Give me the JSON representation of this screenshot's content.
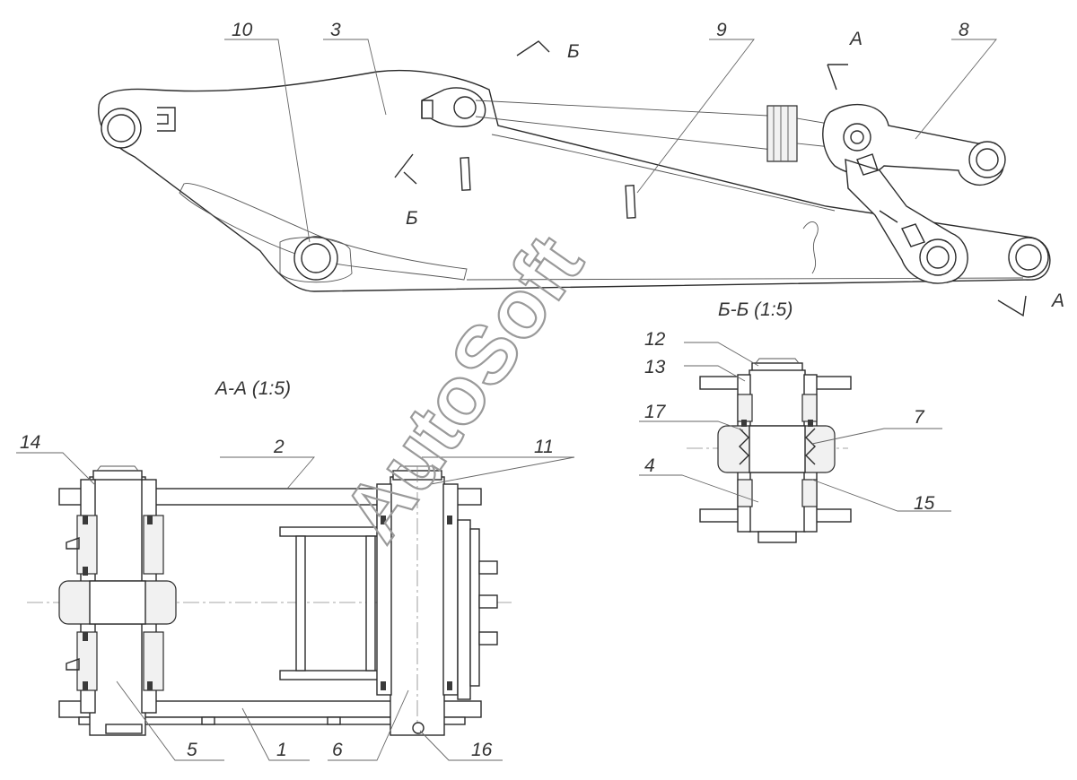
{
  "section_titles": {
    "aa": "А-А (1:5)",
    "bb": "Б-Б (1:5)"
  },
  "cut_marks": {
    "a": "А",
    "b": "Б"
  },
  "callouts": {
    "c1": "1",
    "c2": "2",
    "c3": "3",
    "c4": "4",
    "c5": "5",
    "c6": "6",
    "c7": "7",
    "c8": "8",
    "c9": "9",
    "c10": "10",
    "c11": "11",
    "c12": "12",
    "c13": "13",
    "c14": "14",
    "c15": "15",
    "c16": "16",
    "c17": "17"
  },
  "watermark": "AutoSoft",
  "colors": {
    "line": "#2b2b2b",
    "background": "#ffffff",
    "watermark": "#9a9a9a"
  }
}
